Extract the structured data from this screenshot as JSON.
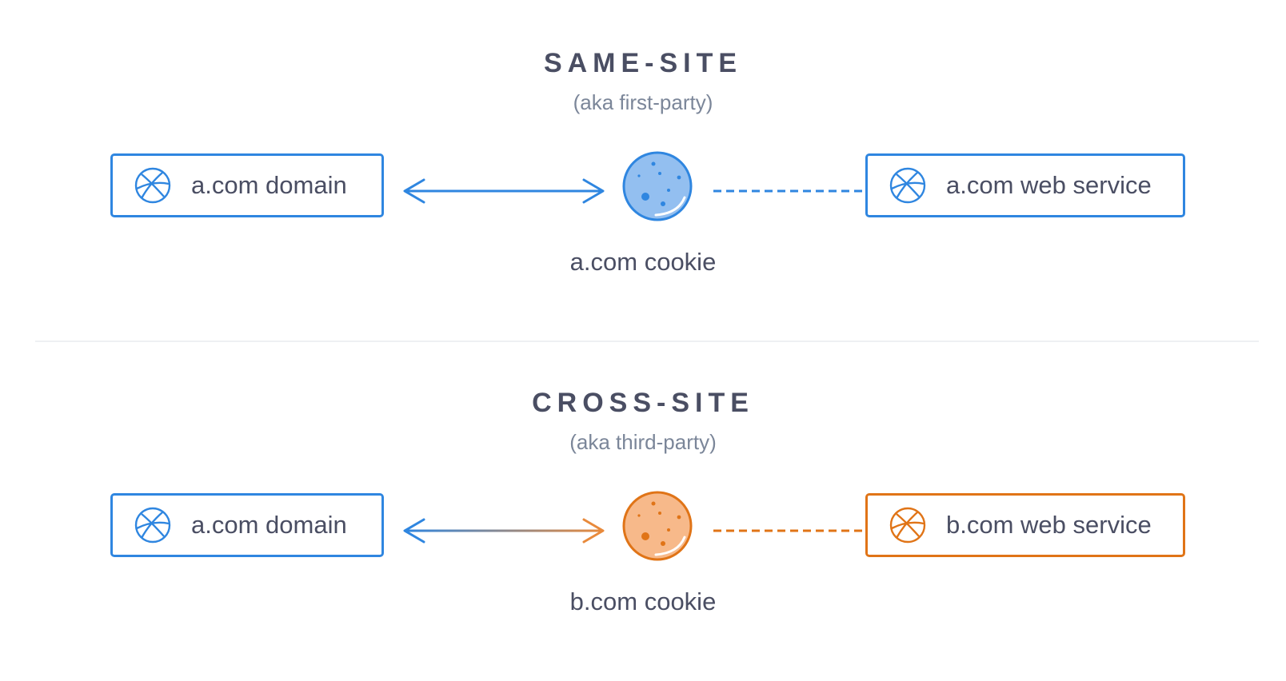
{
  "colors": {
    "blue": "#2f86e0",
    "blue_fill": "#93bff0",
    "orange": "#e07417",
    "orange_fill": "#f7b98a",
    "text": "#4a4e63",
    "subtext": "#7b8699"
  },
  "same_site": {
    "title": "SAME-SITE",
    "subtitle": "(aka first-party)",
    "left_box": {
      "label": "a.com domain",
      "icon": "globe-icon"
    },
    "right_box": {
      "label": "a.com web service",
      "icon": "globe-icon"
    },
    "cookie": {
      "label": "a.com cookie",
      "icon": "cookie-icon"
    }
  },
  "cross_site": {
    "title": "CROSS-SITE",
    "subtitle": "(aka third-party)",
    "left_box": {
      "label": "a.com domain",
      "icon": "globe-icon"
    },
    "right_box": {
      "label": "b.com web service",
      "icon": "globe-icon"
    },
    "cookie": {
      "label": "b.com cookie",
      "icon": "cookie-icon"
    }
  }
}
